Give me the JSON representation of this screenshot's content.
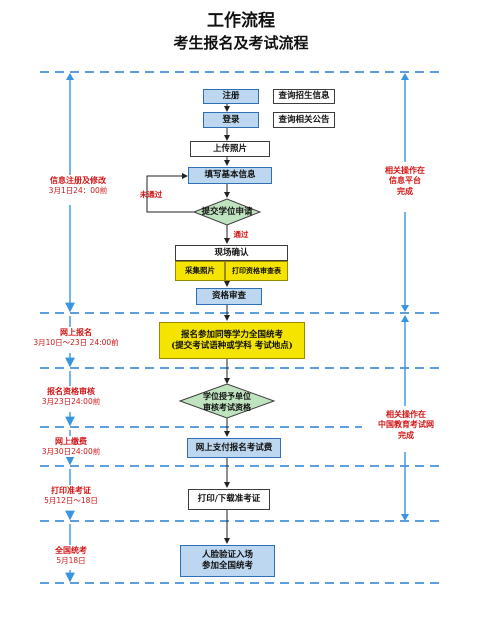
{
  "title": "工作流程",
  "subtitle": "考生报名及考试流程",
  "nodes": {
    "register": "注册",
    "query_admission_info": "查询招生信息",
    "login": "登录",
    "query_announcement": "查询相关公告",
    "upload_photo": "上传照片",
    "fill_basic_info": "填写基本信息",
    "submit_degree_application": "提交学位申请",
    "not_passed": "未通过",
    "passed": "通过",
    "onsite_confirm": "现场确认",
    "collect_photo": "采集照片",
    "print_review_form": "打印资格审查表",
    "qualification_review": "资格审查",
    "exam_register_line1": "报名参加同等学力全国统考",
    "exam_register_line2": "(提交考试语种或学科  考试地点)",
    "school_review_line1": "学位授予单位",
    "school_review_line2": "审核考试资格",
    "pay_fee": "网上支付报名考试费",
    "print_admit_card": "打印/下载准考证",
    "exam_line1": "人脸验证入场",
    "exam_line2": "参加全国统考"
  },
  "left_labels": {
    "info_reg_title": "信息注册及修改",
    "info_reg_date": "3月1日24：00前",
    "online_reg_title": "网上报名",
    "online_reg_date": "3月10日～23日 24:00前",
    "qual_review_title": "报名资格审核",
    "qual_review_date": "3月23日24:00前",
    "online_pay_title": "网上缴费",
    "online_pay_date": "3月30日24:00前",
    "print_card_title": "打印准考证",
    "print_card_date": "5月12日～18日",
    "national_exam_title": "全国统考",
    "national_exam_date": "5月18日"
  },
  "right_labels": {
    "platform_line1": "相关操作在",
    "platform_line2": "信息平台",
    "platform_line3": "完成",
    "chsi_line1": "相关操作在",
    "chsi_line2": "中国教育考试网",
    "chsi_line3": "完成"
  },
  "colors": {
    "dash_blue": "#2a7fd0",
    "arrow_blue": "#3a95e0",
    "box_blue": "#bcd7ef",
    "yellow": "#f4e400",
    "label_red": "#d01818"
  }
}
